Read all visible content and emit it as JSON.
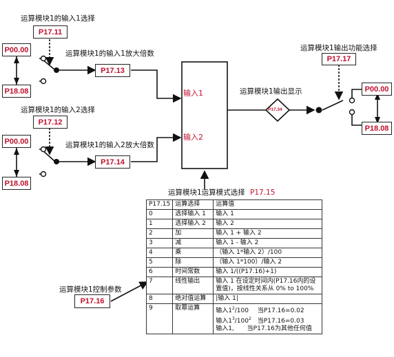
{
  "sel1_label": "运算模块1的输入1选择",
  "sel2_label": "运算模块1的输入2选择",
  "amp1_label": "运算模块1的输入1放大倍数",
  "amp2_label": "运算模块1的输入2放大倍数",
  "out_func_label": "运算模块1输出功能选择",
  "out_disp_label": "运算模块1输出显示",
  "mode_label_text": "运算模块1运算模式选择",
  "mode_label_code": "P17.15",
  "ctrl_label": "运算模块1控制参数",
  "input1_text": "输入1",
  "input2_text": "输入2",
  "boxes": {
    "p1711": "P17.11",
    "p1712": "P17.12",
    "p1713": "P17.13",
    "p1714": "P17.14",
    "p1716": "P17.16",
    "p1717": "P17.17",
    "p1734": "P17.34",
    "p0000_a": "P00.00",
    "p1808_a": "P18.08",
    "p0000_b": "P00.00",
    "p1808_b": "P18.08",
    "p0000_c": "P00.00",
    "p1808_c": "P18.08"
  },
  "table": {
    "headers": [
      "P17.15",
      "运算选择",
      "运算值"
    ],
    "rows": [
      [
        "0",
        "选择输入 1",
        "输入 1"
      ],
      [
        "1",
        "选择输入 2",
        "输入 2"
      ],
      [
        "2",
        "加",
        "输入 1 + 输入 2"
      ],
      [
        "3",
        "减",
        "输入 1 - 输入 2"
      ],
      [
        "4",
        "乘",
        "（输入 1*输入 2）/100"
      ],
      [
        "5",
        "除",
        "（输入 1*100）/输入 2"
      ],
      [
        "6",
        "时间常数",
        "输入 1/((P17.16)+1)"
      ],
      [
        "7",
        "线性输出",
        "输入 1 在设定时间内(P17.16内的设置值)，按线性关系从 0% to 100%"
      ],
      [
        "8",
        "绝对值运算",
        "|输入 1|"
      ],
      [
        "9",
        "取幂运算",
        ""
      ]
    ],
    "pow": {
      "l1a": "输入1",
      "l1sup": "2",
      "l1b": "/100",
      "l1c": "当P17.16=0.02",
      "l2a": "输入1",
      "l2sup": "3",
      "l2b": "/100",
      "l2sup2": "2",
      "l2c": "当P17.16=0.03",
      "l3a": "输入1,",
      "l3c": "当P17.16为其他任何值"
    }
  }
}
